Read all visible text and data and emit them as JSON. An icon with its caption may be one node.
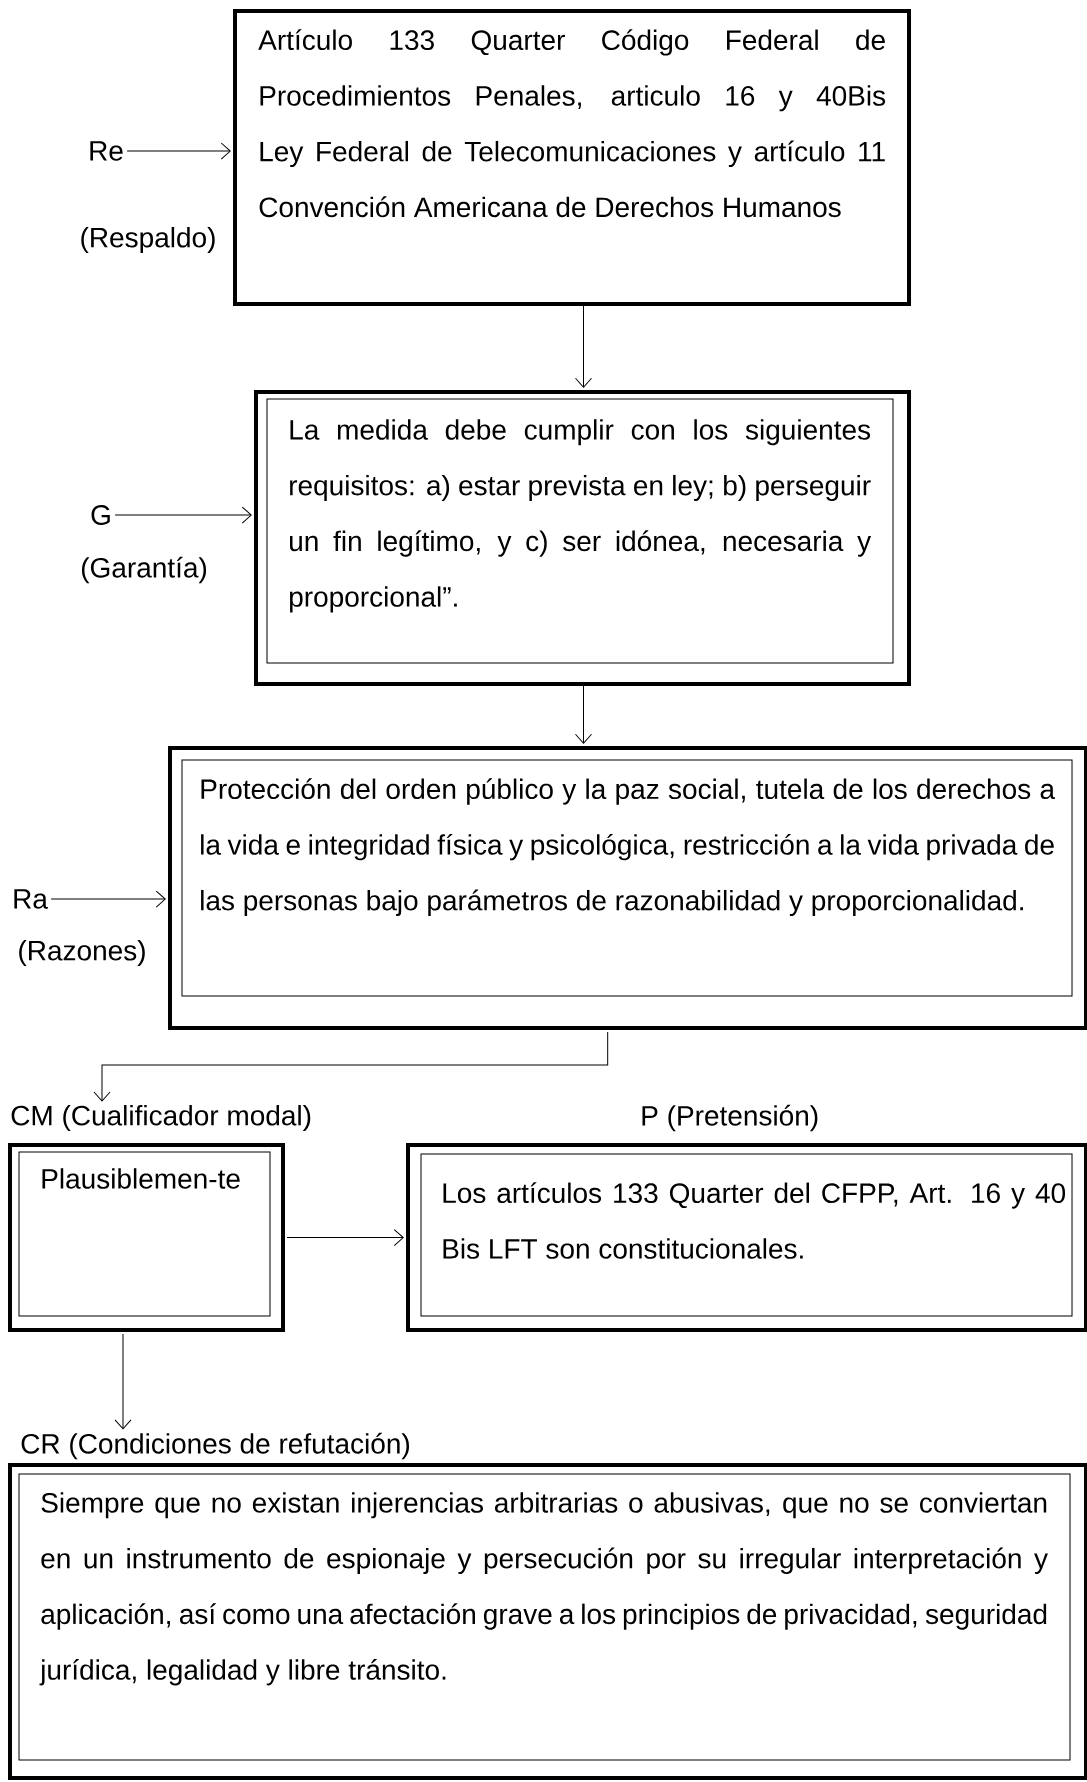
{
  "diagram": {
    "nodes": [
      {
        "text": [
          "Re"
        ],
        "beside": [
          "(Respaldo)"
        ]
      },
      {
        "text": [
          "Artículo 133 Quarter Código Federal de Procedimientos Penales, articulo 16 y 40Bis Ley Federal de Telecomunicaciones y artículo 11 Convención Americana de Derechos Humanos"
        ]
      },
      {
        "text": [
          "G"
        ],
        "beside": [
          "(Garantía)"
        ]
      },
      {
        "text": [
          "La medida debe cumplir con los siguientes requisitos: a) estar prevista en ley; b) perseguir un fin legítimo, y c) ser idónea, necesaria y proporcional”."
        ]
      },
      {
        "text": [
          "Ra"
        ],
        "beside": [
          "(Razones)"
        ]
      },
      {
        "text": [
          "Protección del orden público y la paz social, tutela de los derechos a la vida e integridad física y psicológica, restricción a la vida privada de las personas bajo parámetros de razonabilidad y proporcionalidad."
        ]
      },
      {
        "text": [
          "CM (Cualificador modal)",
          "Plausiblemen-te"
        ]
      },
      {
        "text": [
          "P (Pretensión)",
          "Los artículos 133 Quarter del CFPP, Art. 16 y 40 Bis LFT son constitucionales."
        ]
      },
      {
        "text": [
          "CR (Condiciones de refutación)",
          "Siempre que no existan injerencias arbitrarias o abusivas, que no se conviertan en un instrumento de espionaje y persecución por su irregular interpretación y aplicación, así como una afectación grave a los principios de privacidad, seguridad jurídica, legalidad y libre tránsito."
        ]
      }
    ],
    "edges": [
      {
        "from": 0,
        "to": 1,
        "arrow": "to"
      },
      {
        "from": 1,
        "to": 3,
        "arrow": "to"
      },
      {
        "from": 2,
        "to": 3,
        "arrow": "to"
      },
      {
        "from": 3,
        "to": 5,
        "arrow": "to"
      },
      {
        "from": 4,
        "to": 5,
        "arrow": "to"
      },
      {
        "from": 5,
        "to": 6,
        "arrow": "to"
      },
      {
        "from": 6,
        "to": 7,
        "arrow": "to"
      },
      {
        "from": 6,
        "to": 8,
        "arrow": "to"
      }
    ]
  }
}
